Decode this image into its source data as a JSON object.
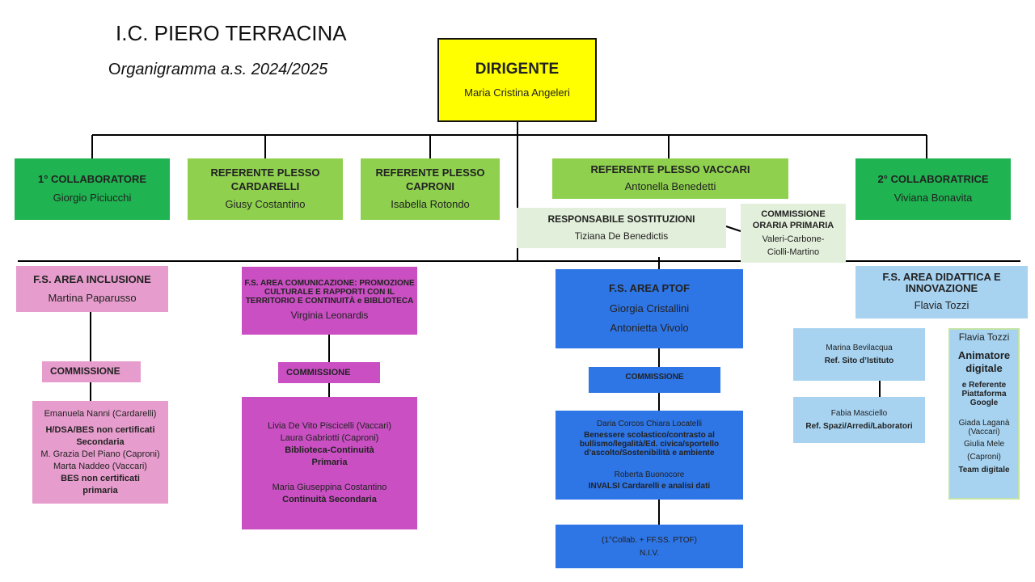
{
  "header": {
    "title": "I.C. PIERO TERRACINA",
    "subtitle_initial": "O",
    "subtitle_rest": "rganigramma a.s. 2024/2025"
  },
  "dirigente": {
    "role": "DIRIGENTE",
    "name": "Maria Cristina Angeleri"
  },
  "top_row": [
    {
      "role": "1° COLLABORATORE",
      "name": "Giorgio Piciucchi"
    },
    {
      "role": "REFERENTE PLESSO CARDARELLI",
      "name": "Giusy Costantino"
    },
    {
      "role": "REFERENTE PLESSO CAPRONI",
      "name": "Isabella Rotondo"
    },
    {
      "role": "REFERENTE PLESSO VACCARI",
      "name": "Antonella Benedetti"
    },
    {
      "role": "2° COLLABORATRICE",
      "name": "Viviana Bonavita"
    }
  ],
  "sostituzioni": {
    "role": "RESPONSABILE  SOSTITUZIONI",
    "name": "Tiziana De Benedictis"
  },
  "commissione_oraria": {
    "line1": "COMMISSIONE",
    "line2": "ORARIA PRIMARIA",
    "line3": "Valeri-Carbone-",
    "line4": "Ciolli-Martino"
  },
  "fs_inclusione": {
    "title": "F.S. AREA INCLUSIONE",
    "name": "Martina Paparusso",
    "commissione": "COMMISSIONE",
    "members": [
      "Emanuela Nanni (Cardarelli)",
      "H/DSA/BES non certificati",
      "Secondaria",
      "M. Grazia Del Piano (Caproni)",
      "Marta Naddeo (Vaccari)",
      "BES non  certificati",
      "primaria"
    ]
  },
  "fs_comunicazione": {
    "title_1": "F.S. AREA COMUNICAZIONE: PROMOZIONE",
    "title_2": "CULTURALE E RAPPORTI CON IL",
    "title_3": "TERRITORIO  E CONTINUITÀ e BIBLIOTECA",
    "name": "Virginia Leonardis",
    "commissione": "COMMISSIONE",
    "members": [
      "Livia  De Vito Piscicelli (Vaccari)",
      "Laura Gabriotti (Caproni)",
      "Biblioteca-Continuità",
      "Primaria",
      "Maria Giuseppina Costantino",
      "Continuità  Secondaria"
    ]
  },
  "fs_ptof": {
    "title": "F.S. AREA PTOF",
    "name1": "Giorgia Cristallini",
    "name2": "Antonietta  Vivolo",
    "commissione": "COMMISSIONE",
    "members_1": "Daria Corcos Chiara Locatelli",
    "benessere": [
      "Benessere scolastico/contrasto  al",
      "bullismo/legalità/Ed. civica/sportello",
      "d’ascolto/Sostenibilità  e ambiente"
    ],
    "members_2": "Roberta Buonocore",
    "invalsi": "INVALSI Cardarelli   e analisi dati",
    "niv_1": "(1°Collab. + FF.SS. PTOF)",
    "niv_2": "N.I.V."
  },
  "fs_didattica": {
    "title_1": "F.S. AREA DIDATTICA E",
    "title_2": "INNOVAZIONE",
    "name": "Flavia Tozzi",
    "sito_name": "Marina Bevilacqua",
    "sito_role": "Ref. Sito d’Istituto",
    "spazi_name": "Fabia Masciello",
    "spazi_role": "Ref. Spazi/Arredi/Laboratori"
  },
  "animatore": {
    "name": "Flavia Tozzi",
    "role_1": "Animatore",
    "role_2": "digitale",
    "ref_1": "e Referente",
    "ref_2": "Piattaforma",
    "ref_3": "Google",
    "team_1": "Giada Laganà",
    "team_2": "(Vaccari)",
    "team_3": "Giulia Mele",
    "team_4": "(Caproni)",
    "team_label": "Team digitale"
  },
  "colors": {
    "dirigente": "#ffff00",
    "green": "#1fb451",
    "light_green": "#8fd14f",
    "pale_green": "#e2efda",
    "pink": "#e69ccc",
    "magenta": "#c94fc2",
    "blue": "#2e75e6",
    "light_blue": "#a7d3f1"
  }
}
